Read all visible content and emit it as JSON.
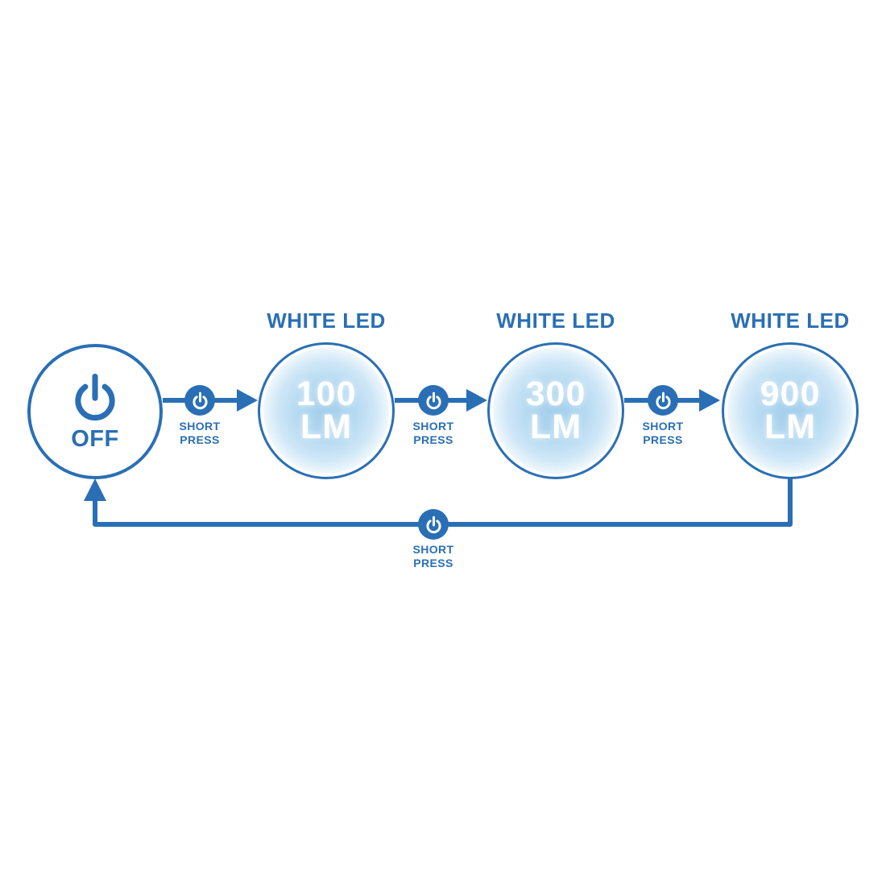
{
  "colors": {
    "primary": "#2a6fb5",
    "glow_center": "#a0cdeb",
    "value_text": "#ffffff",
    "background": "#ffffff"
  },
  "off_node": {
    "label": "OFF"
  },
  "led_nodes": [
    {
      "title": "WHITE LED",
      "value": "100",
      "unit": "LM"
    },
    {
      "title": "WHITE LED",
      "value": "300",
      "unit": "LM"
    },
    {
      "title": "WHITE LED",
      "value": "900",
      "unit": "LM"
    }
  ],
  "transitions": [
    {
      "line1": "SHORT",
      "line2": "PRESS"
    },
    {
      "line1": "SHORT",
      "line2": "PRESS"
    },
    {
      "line1": "SHORT",
      "line2": "PRESS"
    },
    {
      "line1": "SHORT",
      "line2": "PRESS"
    }
  ]
}
